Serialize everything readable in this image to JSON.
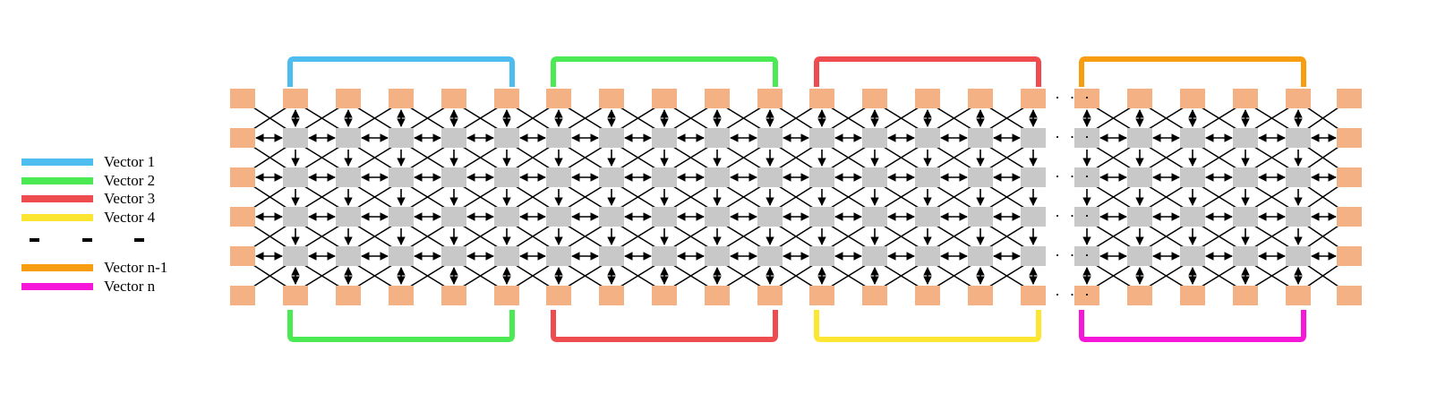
{
  "colors": {
    "io_pad": "#f4b183",
    "pe": "#c8c8c8",
    "link": "#000000"
  },
  "legend": [
    {
      "label": "Vector 1",
      "color": "#4dbdf0"
    },
    {
      "label": "Vector 2",
      "color": "#4bea55"
    },
    {
      "label": "Vector 3",
      "color": "#ee4c4f"
    },
    {
      "label": "Vector 4",
      "color": "#fde632"
    },
    {
      "label": "- - -",
      "color": "#000000",
      "is_gap": true
    },
    {
      "label": "Vector n-1",
      "color": "#f89c10"
    },
    {
      "label": "Vector n",
      "color": "#f617d8"
    }
  ],
  "ellipsis": "· · ·",
  "top_brackets": [
    "Vector 1",
    "Vector 2",
    "Vector 3",
    "Vector n-1"
  ],
  "bottom_brackets": [
    "Vector 2",
    "Vector 3",
    "Vector 4",
    "Vector n"
  ]
}
